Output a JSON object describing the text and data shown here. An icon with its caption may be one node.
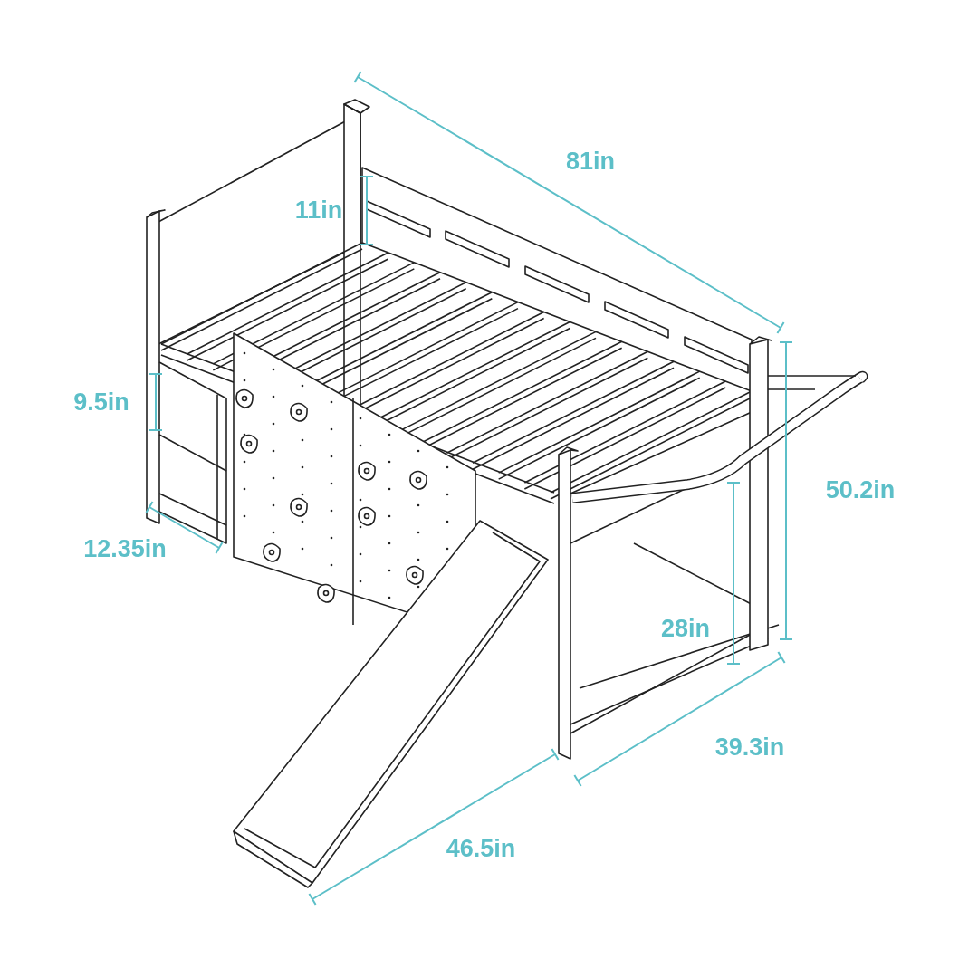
{
  "diagram": {
    "labels": [
      "81in",
      "11in",
      "9.5in",
      "50.2in",
      "12.35in",
      "28in",
      "39.3in",
      "46.5in"
    ]
  }
}
